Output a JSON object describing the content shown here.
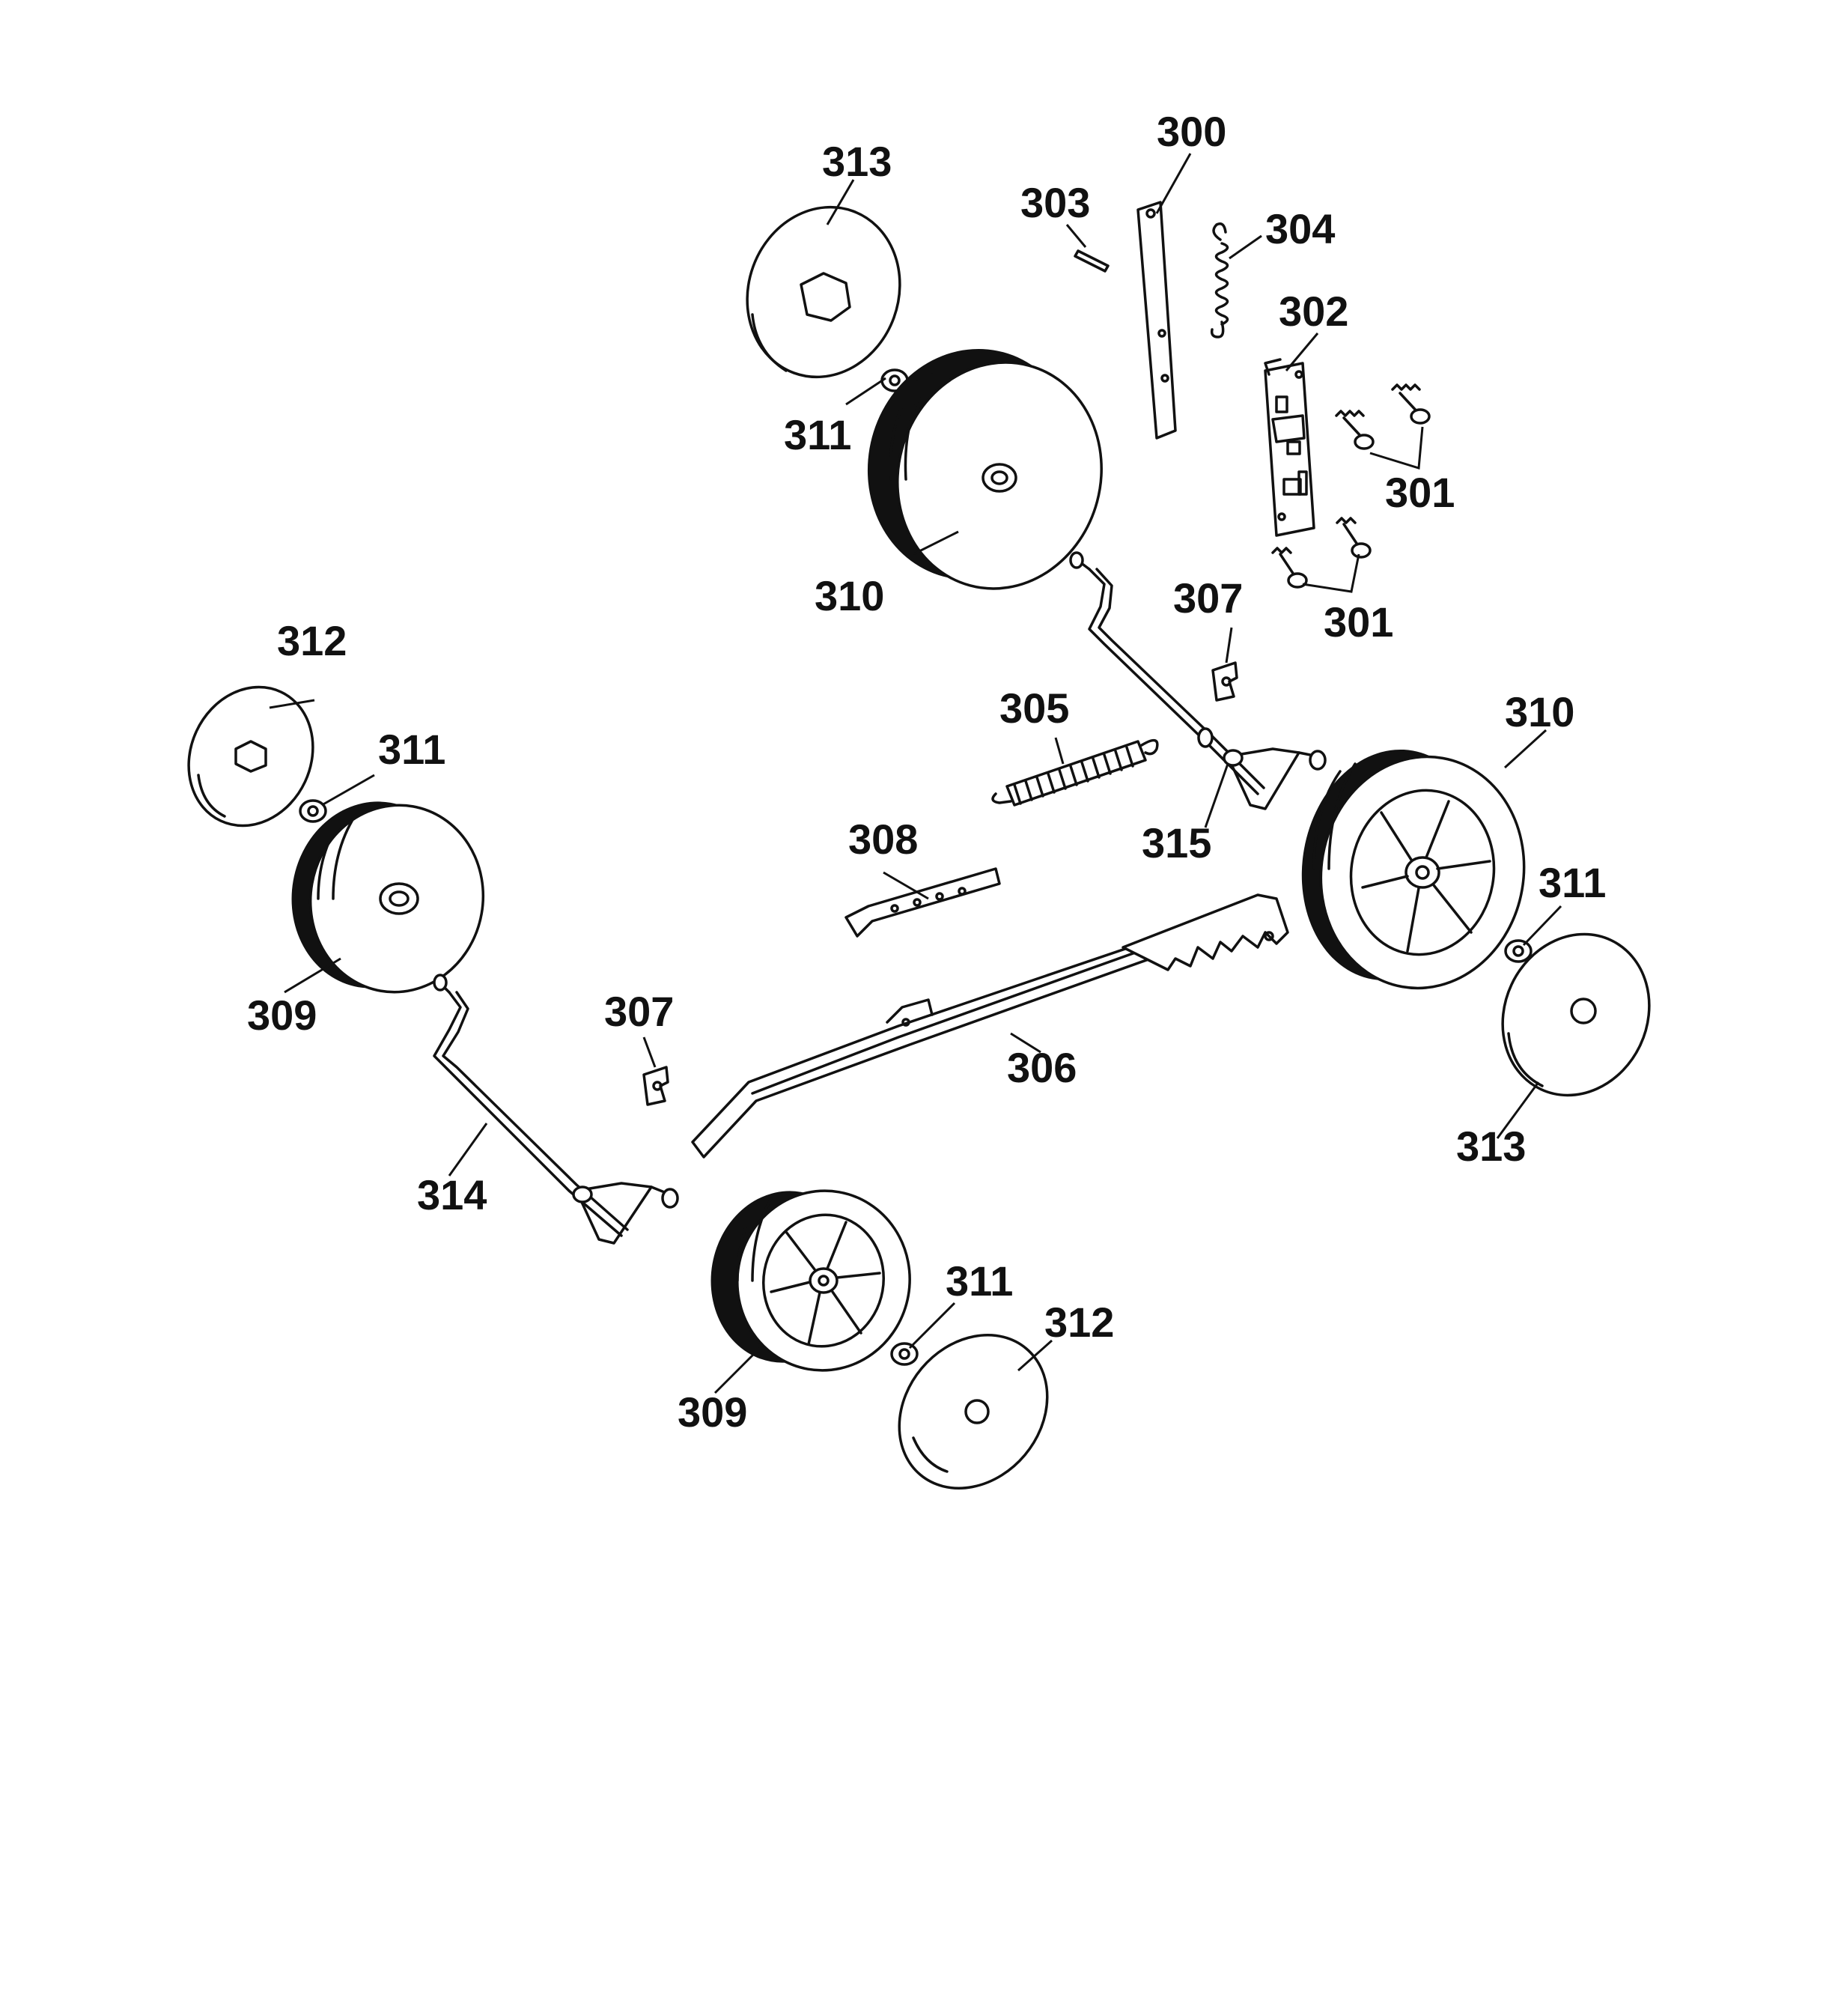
{
  "diagram": {
    "labels": [
      {
        "id": "lbl-300",
        "text": "300"
      },
      {
        "id": "lbl-303",
        "text": "303"
      },
      {
        "id": "lbl-304",
        "text": "304"
      },
      {
        "id": "lbl-313a",
        "text": "313"
      },
      {
        "id": "lbl-302",
        "text": "302"
      },
      {
        "id": "lbl-311a",
        "text": "311"
      },
      {
        "id": "lbl-301a",
        "text": "301"
      },
      {
        "id": "lbl-310a",
        "text": "310"
      },
      {
        "id": "lbl-301b",
        "text": "301"
      },
      {
        "id": "lbl-307a",
        "text": "307"
      },
      {
        "id": "lbl-312a",
        "text": "312"
      },
      {
        "id": "lbl-305",
        "text": "305"
      },
      {
        "id": "lbl-310b",
        "text": "310"
      },
      {
        "id": "lbl-311b",
        "text": "311"
      },
      {
        "id": "lbl-315",
        "text": "315"
      },
      {
        "id": "lbl-308",
        "text": "308"
      },
      {
        "id": "lbl-311c",
        "text": "311"
      },
      {
        "id": "lbl-309a",
        "text": "309"
      },
      {
        "id": "lbl-307b",
        "text": "307"
      },
      {
        "id": "lbl-306",
        "text": "306"
      },
      {
        "id": "lbl-313b",
        "text": "313"
      },
      {
        "id": "lbl-314",
        "text": "314"
      },
      {
        "id": "lbl-311d",
        "text": "311"
      },
      {
        "id": "lbl-312b",
        "text": "312"
      },
      {
        "id": "lbl-309b",
        "text": "309"
      }
    ]
  }
}
